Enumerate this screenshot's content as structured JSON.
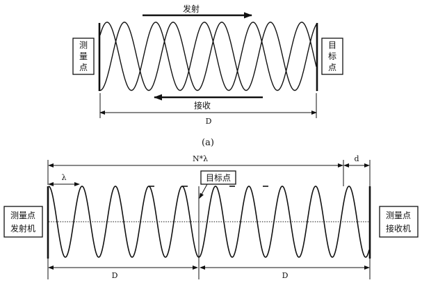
{
  "panel_a": {
    "emit_label": "发射",
    "receive_label": "接收",
    "distance_label": "D",
    "caption": "(a)",
    "measure_point_chars": [
      "测",
      "量",
      "点"
    ],
    "target_chars": [
      "目",
      "标",
      "点"
    ]
  },
  "panel_b": {
    "total_label": "N*λ",
    "remainder_label": "d",
    "wavelength_label": "λ",
    "target_label": "目标点",
    "left_box_lines": [
      "测量点",
      "发射机"
    ],
    "right_box_lines": [
      "测量点",
      "接收机"
    ],
    "distance_left": "D",
    "distance_right": "D"
  }
}
